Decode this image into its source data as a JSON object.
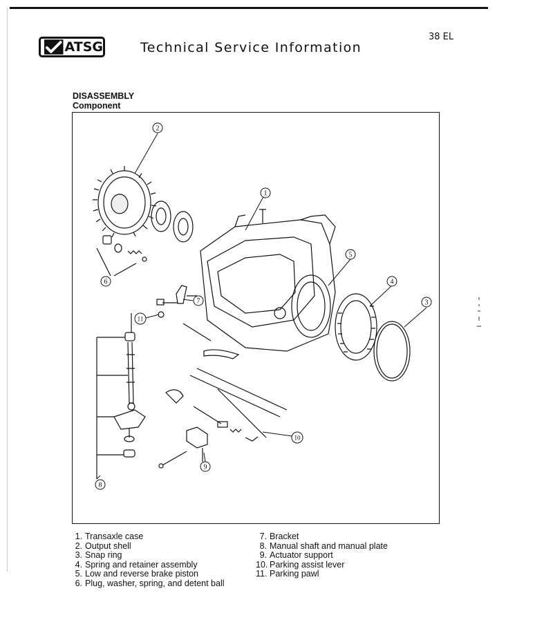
{
  "header": {
    "logo_text": "ATSG",
    "title": "Technical Service Information",
    "page_number": "38 EL"
  },
  "section": {
    "title": "DISASSEMBLY",
    "subtitle": "Component"
  },
  "diagram": {
    "callouts": [
      "1",
      "2",
      "3",
      "4",
      "5",
      "6",
      "7",
      "8",
      "9",
      "10",
      "11"
    ]
  },
  "legend": {
    "left": [
      {
        "num": "1.",
        "text": "Transaxle case"
      },
      {
        "num": "2.",
        "text": "Output shell"
      },
      {
        "num": "3.",
        "text": "Snap ring"
      },
      {
        "num": "4.",
        "text": "Spring and retainer assembly"
      },
      {
        "num": "5.",
        "text": "Low and reverse brake piston"
      },
      {
        "num": "6.",
        "text": "Plug, washer, spring, and detent ball"
      }
    ],
    "right": [
      {
        "num": "7.",
        "text": "Bracket"
      },
      {
        "num": "8.",
        "text": "Manual shaft and manual plate"
      },
      {
        "num": "9.",
        "text": "Actuator support"
      },
      {
        "num": "10.",
        "text": "Parking assist lever"
      },
      {
        "num": "11.",
        "text": "Parking pawl"
      }
    ]
  }
}
